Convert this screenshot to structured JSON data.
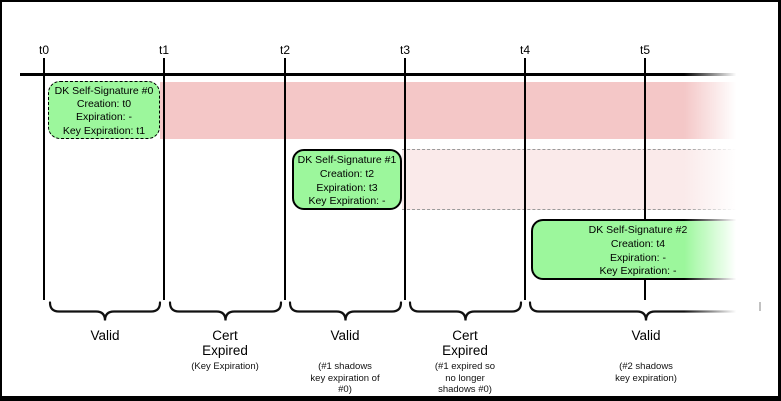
{
  "colors": {
    "band_expired": "#f4c7c7",
    "band_shadow": "#faeaea",
    "signature_green": "#9cf79c"
  },
  "timeline": {
    "ticks": [
      "t0",
      "t1",
      "t2",
      "t3",
      "t4",
      "t5"
    ]
  },
  "signatures": [
    {
      "title": "DK Self-Signature #0",
      "body": "Creation: t0\nExpiration: -\nKey Expiration: t1"
    },
    {
      "title": "DK Self-Signature #1",
      "body": "Creation: t2\nExpiration: t3\nKey Expiration: -"
    },
    {
      "title": "DK Self-Signature #2",
      "body": "Creation: t4\nExpiration: -\nKey Expiration: -"
    }
  ],
  "segments": [
    {
      "label": "Valid",
      "sublabel": ""
    },
    {
      "label": "Cert\nExpired",
      "sublabel": "(Key Expiration)"
    },
    {
      "label": "Valid",
      "sublabel": "(#1 shadows\nkey expiration of\n#0)"
    },
    {
      "label": "Cert\nExpired",
      "sublabel": "(#1 expired so\nno longer\nshadows #0)"
    },
    {
      "label": "Valid",
      "sublabel": "(#2 shadows\nkey expiration)"
    }
  ]
}
